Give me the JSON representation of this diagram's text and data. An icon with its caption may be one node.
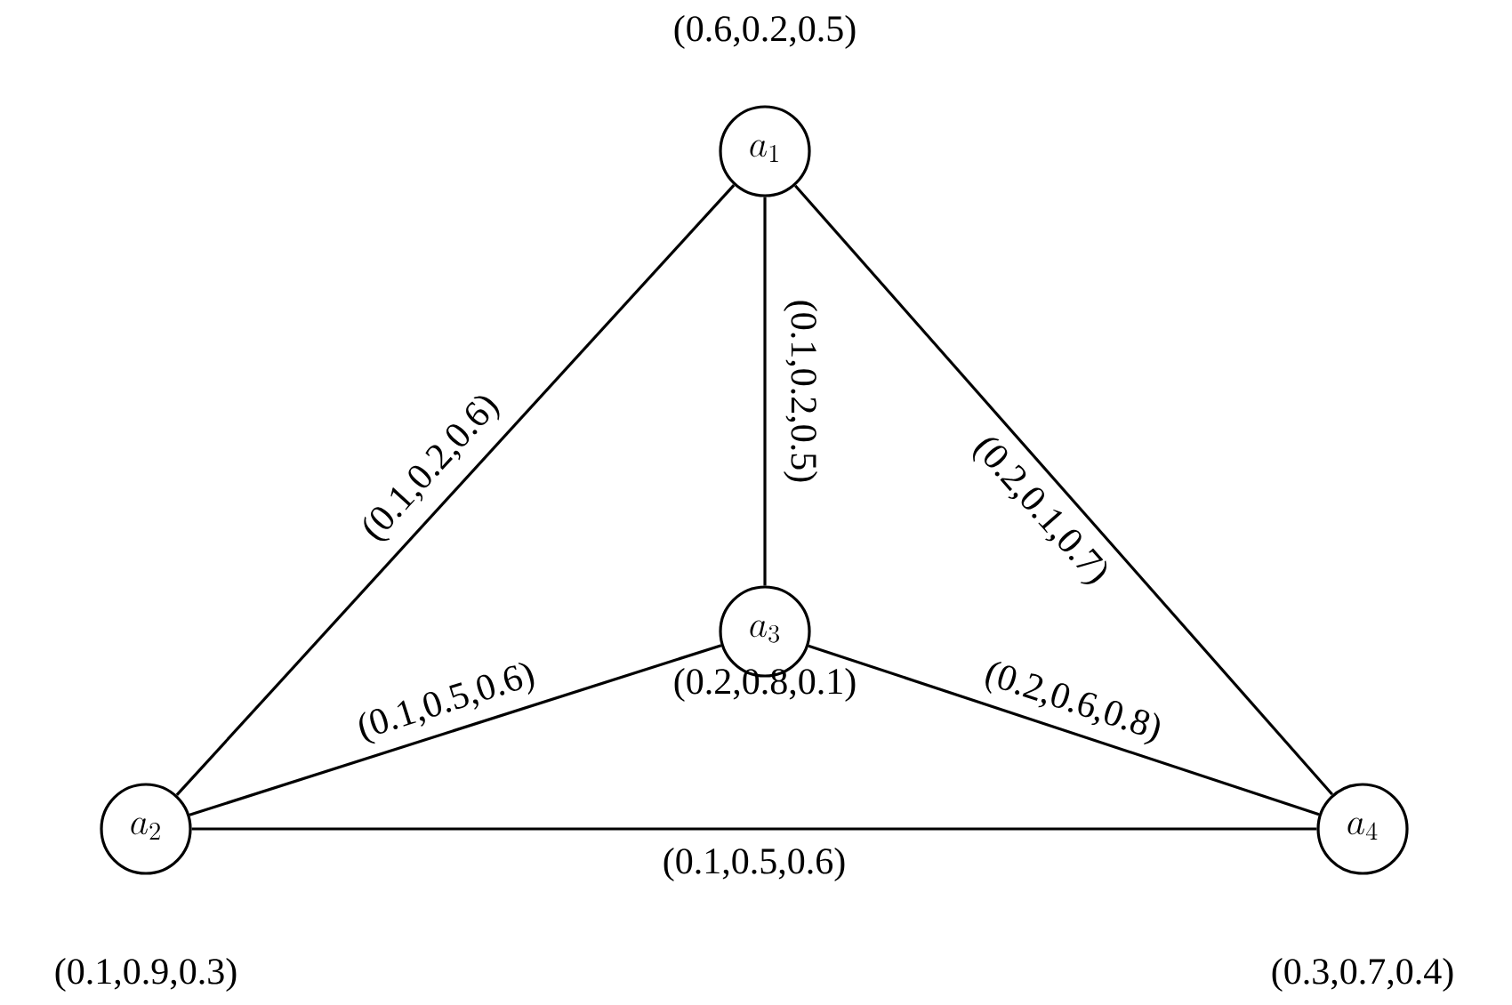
{
  "diagram": {
    "nodes": [
      {
        "text": [
          "a_1"
        ],
        "beside": [
          "(0.6,0.2,0.5)"
        ]
      },
      {
        "text": [
          "a_2"
        ],
        "beside": [
          "(0.1,0.9,0.3)"
        ]
      },
      {
        "text": [
          "a_3"
        ],
        "beside": [
          "(0.2,0.8,0.1)"
        ]
      },
      {
        "text": [
          "a_4"
        ],
        "beside": [
          "(0.3,0.7,0.4)"
        ]
      }
    ],
    "edges": [
      {
        "from": 0,
        "to": 1,
        "arrow": "none",
        "label": "(0.1,0.2,0.6)"
      },
      {
        "from": 0,
        "to": 2,
        "arrow": "none",
        "label": "(0.1,0.2,0.5)"
      },
      {
        "from": 0,
        "to": 3,
        "arrow": "none",
        "label": "(0.2,0.1,0.7)"
      },
      {
        "from": 1,
        "to": 2,
        "arrow": "none",
        "label": "(0.1,0.5,0.6)"
      },
      {
        "from": 2,
        "to": 3,
        "arrow": "none",
        "label": "(0.2,0.6,0.8)"
      },
      {
        "from": 1,
        "to": 3,
        "arrow": "none",
        "label": "(0.1,0.5,0.6)"
      }
    ]
  }
}
